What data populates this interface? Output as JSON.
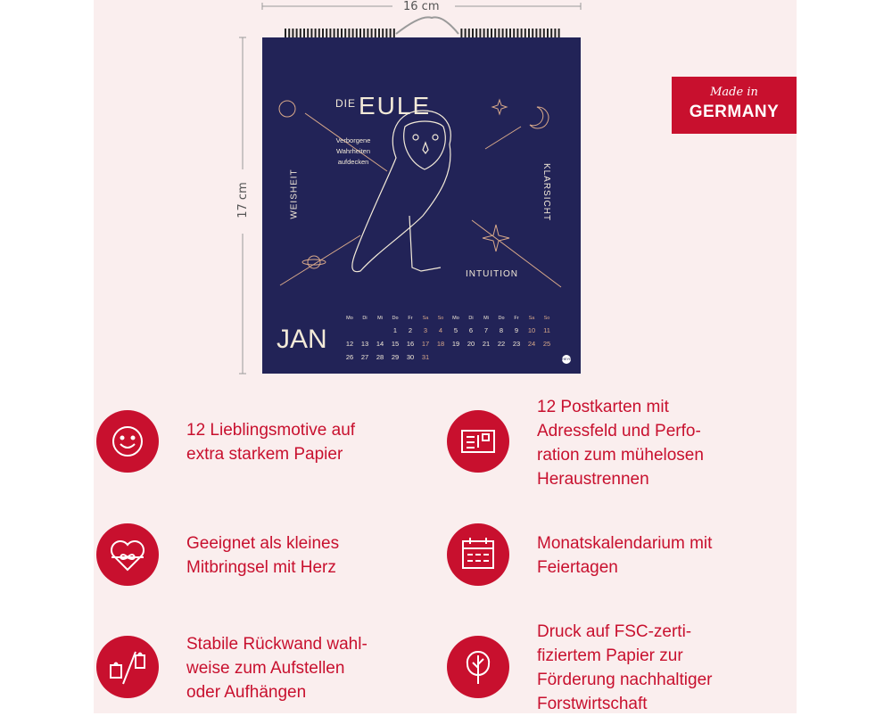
{
  "dimensions": {
    "width_label": "16 cm",
    "height_label": "17 cm"
  },
  "badge": {
    "made_in": "Made in",
    "country": "GERMANY"
  },
  "calendar": {
    "title_small": "DIE",
    "title_big": "EULE",
    "subtitle": "Verborgene\nWahrheiten\naufdecken",
    "left_label": "WEISHEIT",
    "right_label": "KLARSICHT",
    "bottom_label": "INTUITION",
    "month": "JAN",
    "weekdays": [
      "Mo",
      "Di",
      "Mi",
      "Do",
      "Fr",
      "Sa",
      "So",
      "Mo",
      "Di",
      "Mi",
      "Do",
      "Fr",
      "Sa",
      "So"
    ],
    "rows": [
      [
        "",
        "",
        "",
        "1",
        "2",
        "3",
        "4",
        "5",
        "6",
        "7",
        "8",
        "9",
        "10",
        "11"
      ],
      [
        "12",
        "13",
        "14",
        "15",
        "16",
        "17",
        "18",
        "19",
        "20",
        "21",
        "22",
        "23",
        "24",
        "25"
      ],
      [
        "26",
        "27",
        "28",
        "29",
        "30",
        "31",
        "",
        "",
        "",
        "",
        "",
        "",
        "",
        ""
      ]
    ],
    "brand": "HEYE"
  },
  "features": [
    {
      "icon": "smiley-icon",
      "text": "12 Lieblingsmotive auf\nextra starkem Papier"
    },
    {
      "icon": "postcard-icon",
      "text": "12 Postkarten mit\nAdressfeld und Perfo-\nration zum mühelosen\nHeraustrennen"
    },
    {
      "icon": "gift-heart-icon",
      "text": "Geeignet als kleines\nMitbringsel mit Herz"
    },
    {
      "icon": "calendar-icon",
      "text": "Monatskalendarium mit\nFeiertagen"
    },
    {
      "icon": "stand-hang-icon",
      "text": "Stabile Rückwand wahl-\nweise zum Aufstellen\noder Aufhängen"
    },
    {
      "icon": "tree-icon",
      "text": "Druck auf FSC-zerti-\nfiziertem Papier zur\nFörderung nachhaltiger\nForstwirtschaft"
    }
  ],
  "colors": {
    "accent": "#c8102e",
    "panel": "#faeeee",
    "calendar_bg": "#222357",
    "gold": "#d9a98a"
  }
}
